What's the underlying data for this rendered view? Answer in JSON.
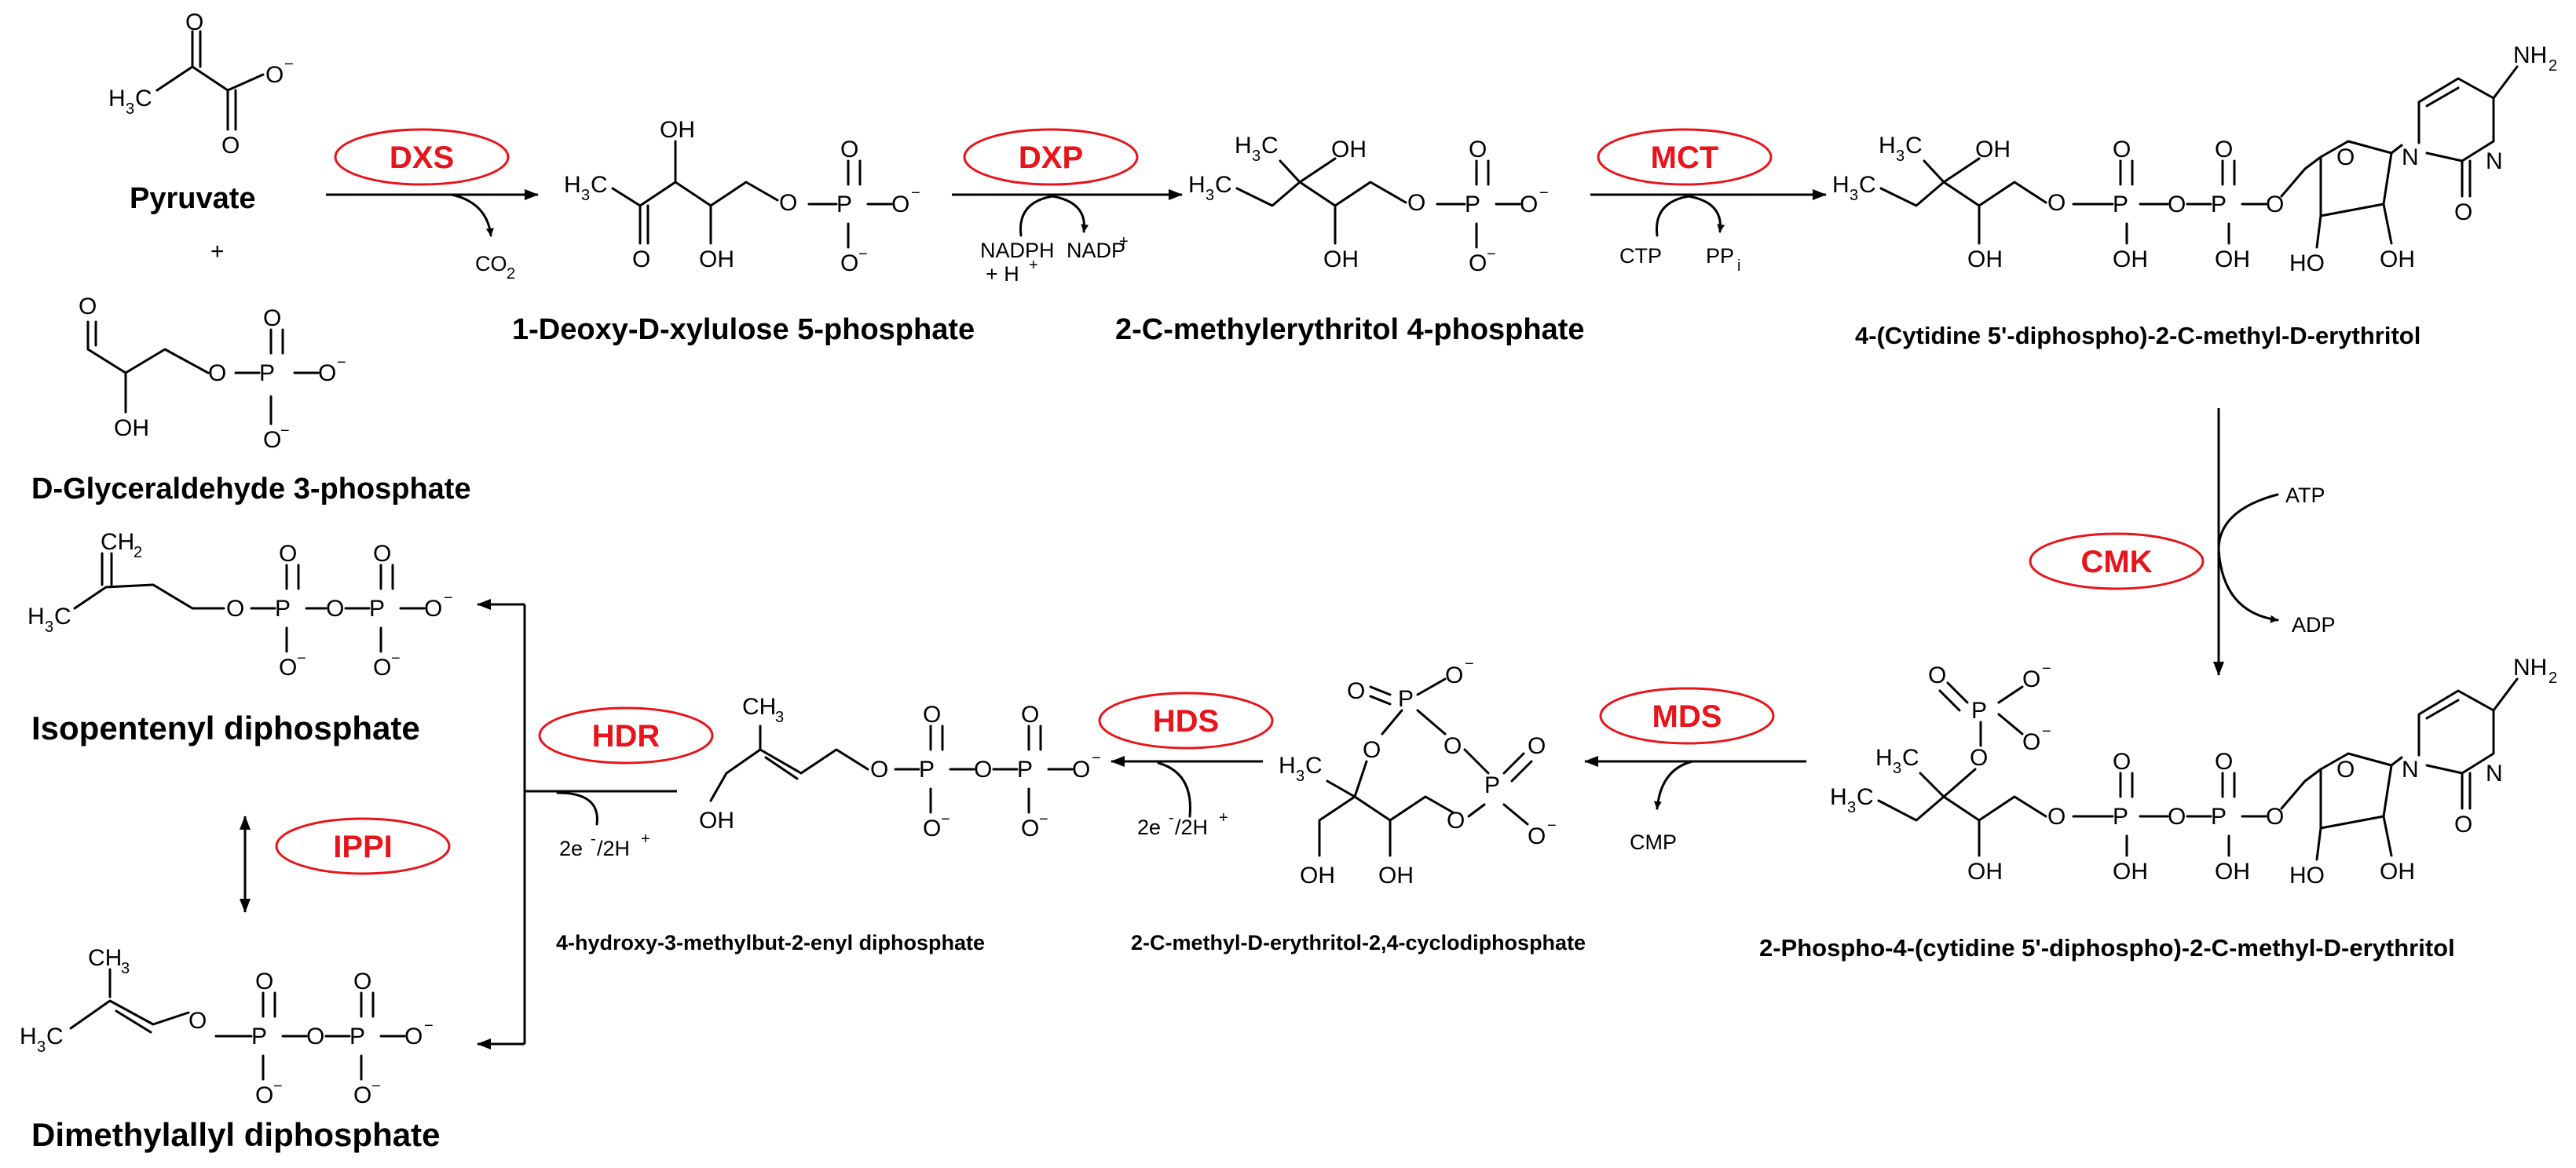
{
  "compounds": {
    "pyruvate": "Pyruvate",
    "plus": "+",
    "g3p": "D-Glyceraldehyde 3-phosphate",
    "dxp": "1-Deoxy-D-xylulose 5-phosphate",
    "mep": "2-C-methylerythritol 4-phosphate",
    "cdpme": "4-(Cytidine 5'-diphospho)-2-C-methyl-D-erythritol",
    "cdpmep": "2-Phospho-4-(cytidine 5'-diphospho)-2-C-methyl-D-erythritol",
    "mecpp": "2-C-methyl-D-erythritol-2,4-cyclodiphosphate",
    "hmbpp": "4-hydroxy-3-methylbut-2-enyl diphosphate",
    "ipp": "Isopentenyl diphosphate",
    "dmapp": "Dimethylallyl diphosphate"
  },
  "enzymes": {
    "dxs": "DXS",
    "dxp": "DXP",
    "mct": "MCT",
    "cmk": "CMK",
    "mds": "MDS",
    "hds": "HDS",
    "hdr": "HDR",
    "ippi": "IPPI"
  },
  "cofactors": {
    "co2": "CO",
    "nadph": "NADPH",
    "h_plus": "+ H",
    "nadp": "NADP",
    "ctp": "CTP",
    "ppi": "PP",
    "atp": "ATP",
    "adp": "ADP",
    "cmp": "CMP",
    "electrons": "2e",
    "electrons_rest": "/2H"
  },
  "colors": {
    "enzyme": "#e8141b",
    "structure": "#000000"
  }
}
